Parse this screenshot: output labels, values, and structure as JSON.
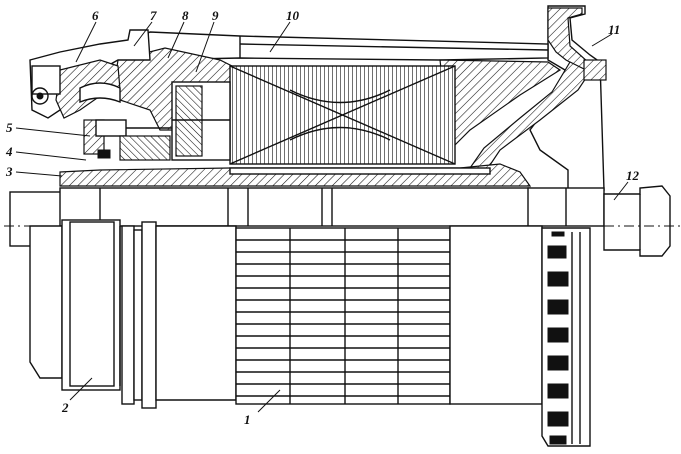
{
  "diagram": {
    "callouts": [
      {
        "id": "callout-1",
        "text": "1"
      },
      {
        "id": "callout-2",
        "text": "2"
      },
      {
        "id": "callout-3",
        "text": "3"
      },
      {
        "id": "callout-4",
        "text": "4"
      },
      {
        "id": "callout-5",
        "text": "5"
      },
      {
        "id": "callout-6",
        "text": "6"
      },
      {
        "id": "callout-7",
        "text": "7"
      },
      {
        "id": "callout-8",
        "text": "8"
      },
      {
        "id": "callout-9",
        "text": "9"
      },
      {
        "id": "callout-10",
        "text": "10"
      },
      {
        "id": "callout-11",
        "text": "11"
      },
      {
        "id": "callout-12",
        "text": "12"
      }
    ]
  }
}
